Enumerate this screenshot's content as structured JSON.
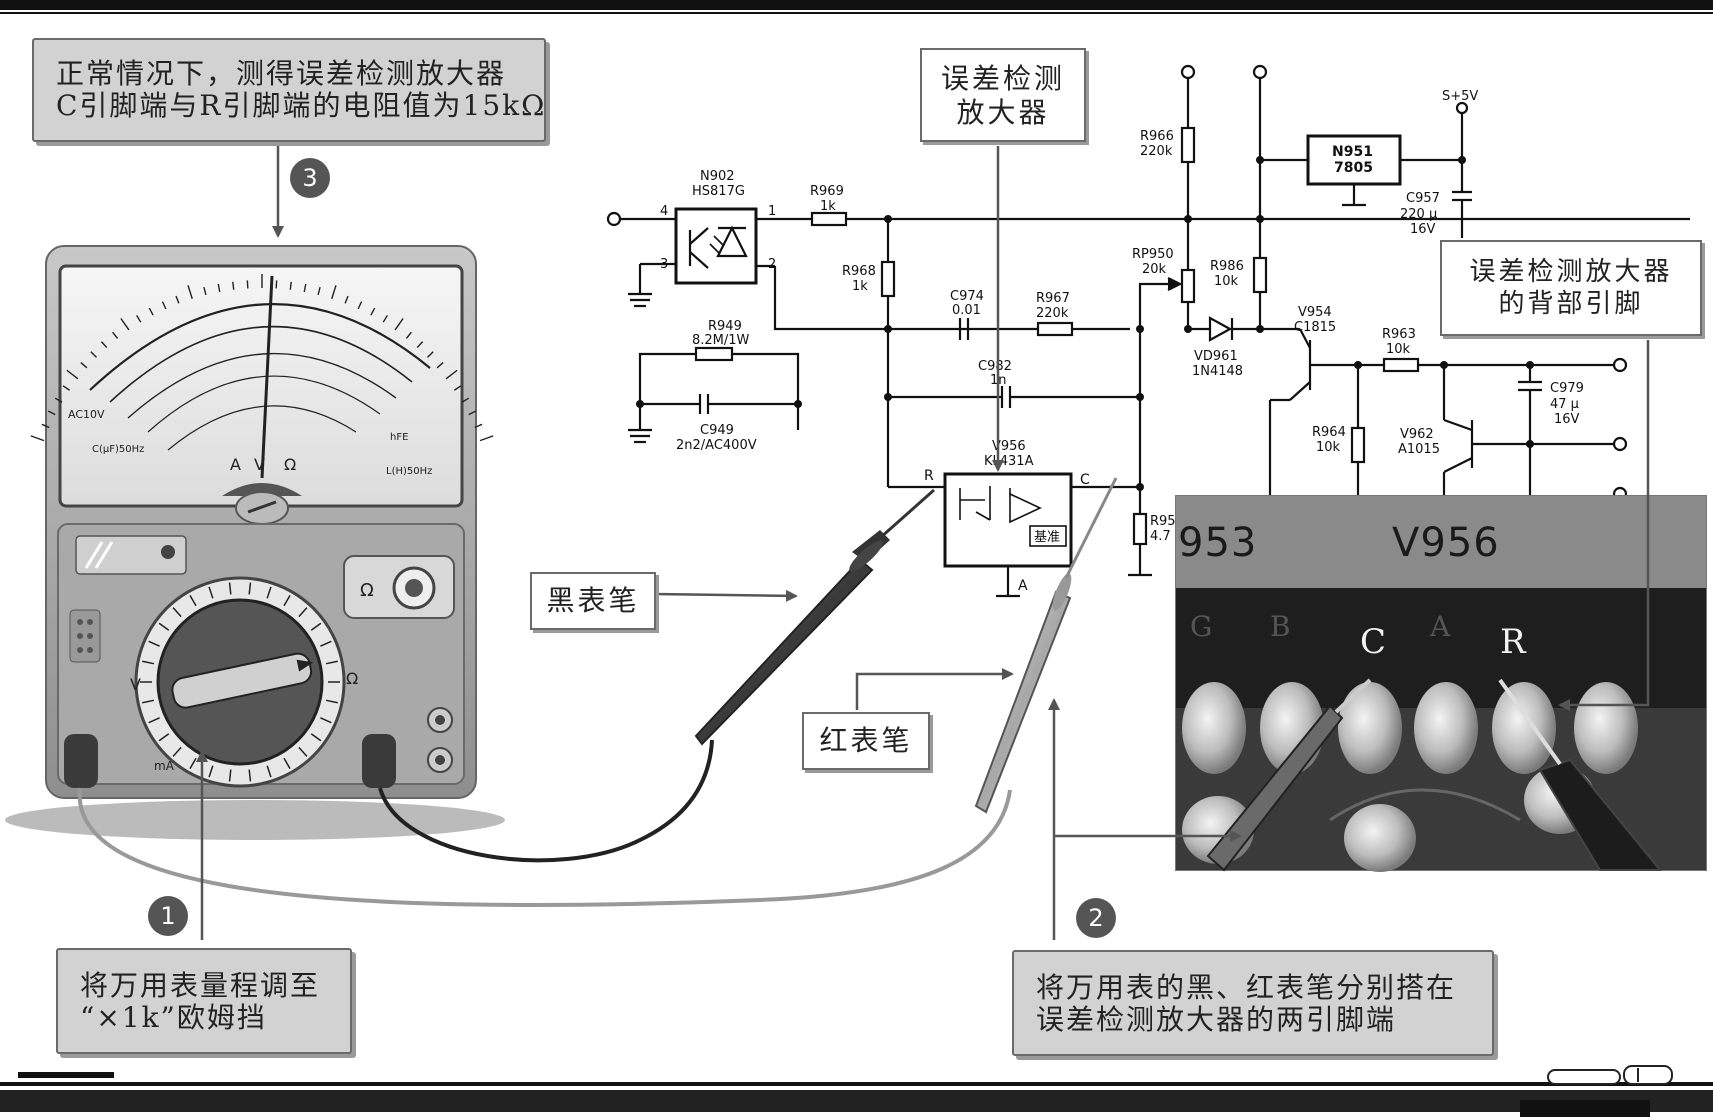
{
  "callouts": {
    "step3_line1": "正常情况下，测得误差检测放大器",
    "step3_line2": "C引脚端与R引脚端的电阻值为15kΩ",
    "amp_label_line1": "误差检测",
    "amp_label_line2": "放大器",
    "back_pin_line1": "误差检测放大器",
    "back_pin_line2": "的背部引脚",
    "step1_line1": "将万用表量程调至",
    "step1_line2": "“×1k”欧姆挡",
    "step2_line1": "将万用表的黑、红表笔分别搭在",
    "step2_line2": "误差检测放大器的两引脚端"
  },
  "labels": {
    "black_probe": "黑表笔",
    "red_probe": "红表笔"
  },
  "steps": [
    "1",
    "2",
    "3"
  ],
  "circuit": {
    "n902": "N902",
    "n902_part": "HS817G",
    "r969": "R969",
    "r969_val": "1k",
    "r968": "R968",
    "r968_val": "1k",
    "r949": "R949",
    "r949_val": "8.2M/1W",
    "c949": "C949",
    "c949_val": "2n2/AC400V",
    "c974": "C974",
    "c974_val": "0.01",
    "r967": "R967",
    "r967_val": "220k",
    "c982": "C982",
    "c982_val": "1n",
    "v956": "V956",
    "v956_part": "KL431A",
    "r95x": "R95",
    "r95x_val": "4.7",
    "r966": "R966",
    "r966_val": "220k",
    "rp950": "RP950",
    "rp950_val": "20k",
    "r986": "R986",
    "r986_val": "10k",
    "vd961": "VD961",
    "vd961_part": "1N4148",
    "n951": "N951",
    "n951_part": "7805",
    "c957": "C957",
    "c957_val": "220 μ",
    "c957_v": "16V",
    "s5v": "S+5V",
    "v954": "V954",
    "v954_part": "C1815",
    "r963": "R963",
    "r963_val": "10k",
    "r964": "R964",
    "r964_val": "10k",
    "v962": "V962",
    "v962_part": "A1015",
    "c979": "C979",
    "c979_val": "47 μ",
    "c979_v": "16V",
    "pin_r": "R",
    "pin_c": "C",
    "pin_a": "A",
    "pin4": "4",
    "pin3": "3",
    "pin1": "1",
    "pin2": "2",
    "ref_box": "基准"
  },
  "photo": {
    "chip_label": "V956",
    "side_text": "953",
    "pin_c": "C",
    "pin_a": "A",
    "pin_r": "R",
    "pin_b": "B",
    "pin_g": "G"
  },
  "meter": {
    "mode_marks": [
      "A",
      "V",
      "Ω"
    ],
    "ac_label": "AC10V",
    "cap_label": "C(μF)50Hz",
    "ind_label": "L(H)50Hz",
    "hfe_label": "hFE",
    "ma_label": "mA",
    "v_label": "V",
    "ohm_label": "Ω"
  },
  "colors": {
    "callout_bg": "#d2d2d2",
    "photo_bg": "#2a2a2a",
    "rule": "#111111"
  }
}
